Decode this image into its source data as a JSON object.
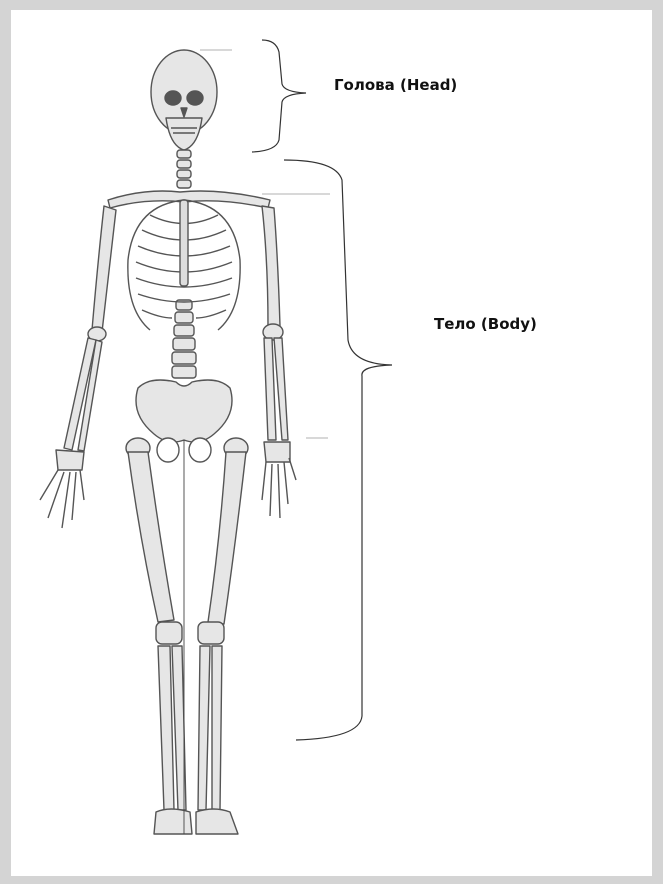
{
  "labels": {
    "head": "Голова (Head)",
    "body": "Тело (Body)"
  },
  "colors": {
    "page_border": "#d4d4d4",
    "sheet": "#ffffff",
    "pencil": "#555555",
    "bone_fill": "#e6e6e6",
    "label_text": "#111111"
  },
  "illustration": "pencil drawing of human skeleton with brackets"
}
